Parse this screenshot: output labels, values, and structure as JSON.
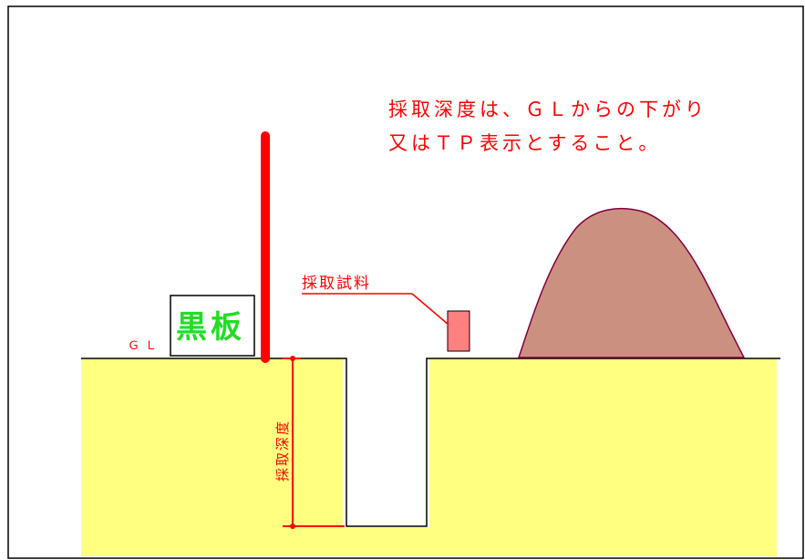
{
  "note": {
    "line1": "採取深度は、ＧＬからの下がり",
    "line2": "又はＴＰ表示とすること。"
  },
  "sample_label": "採取試料",
  "gl_label": "ＧＬ",
  "board_label": "黒板",
  "depth_label": "採取深度",
  "colors": {
    "soil": "#ffff80",
    "pole": "#ff0000",
    "sample": "#ff8080",
    "mound": "#cc9080",
    "mound_outline": "#800040",
    "text": "#ff0000",
    "board_text": "#22dd22"
  }
}
